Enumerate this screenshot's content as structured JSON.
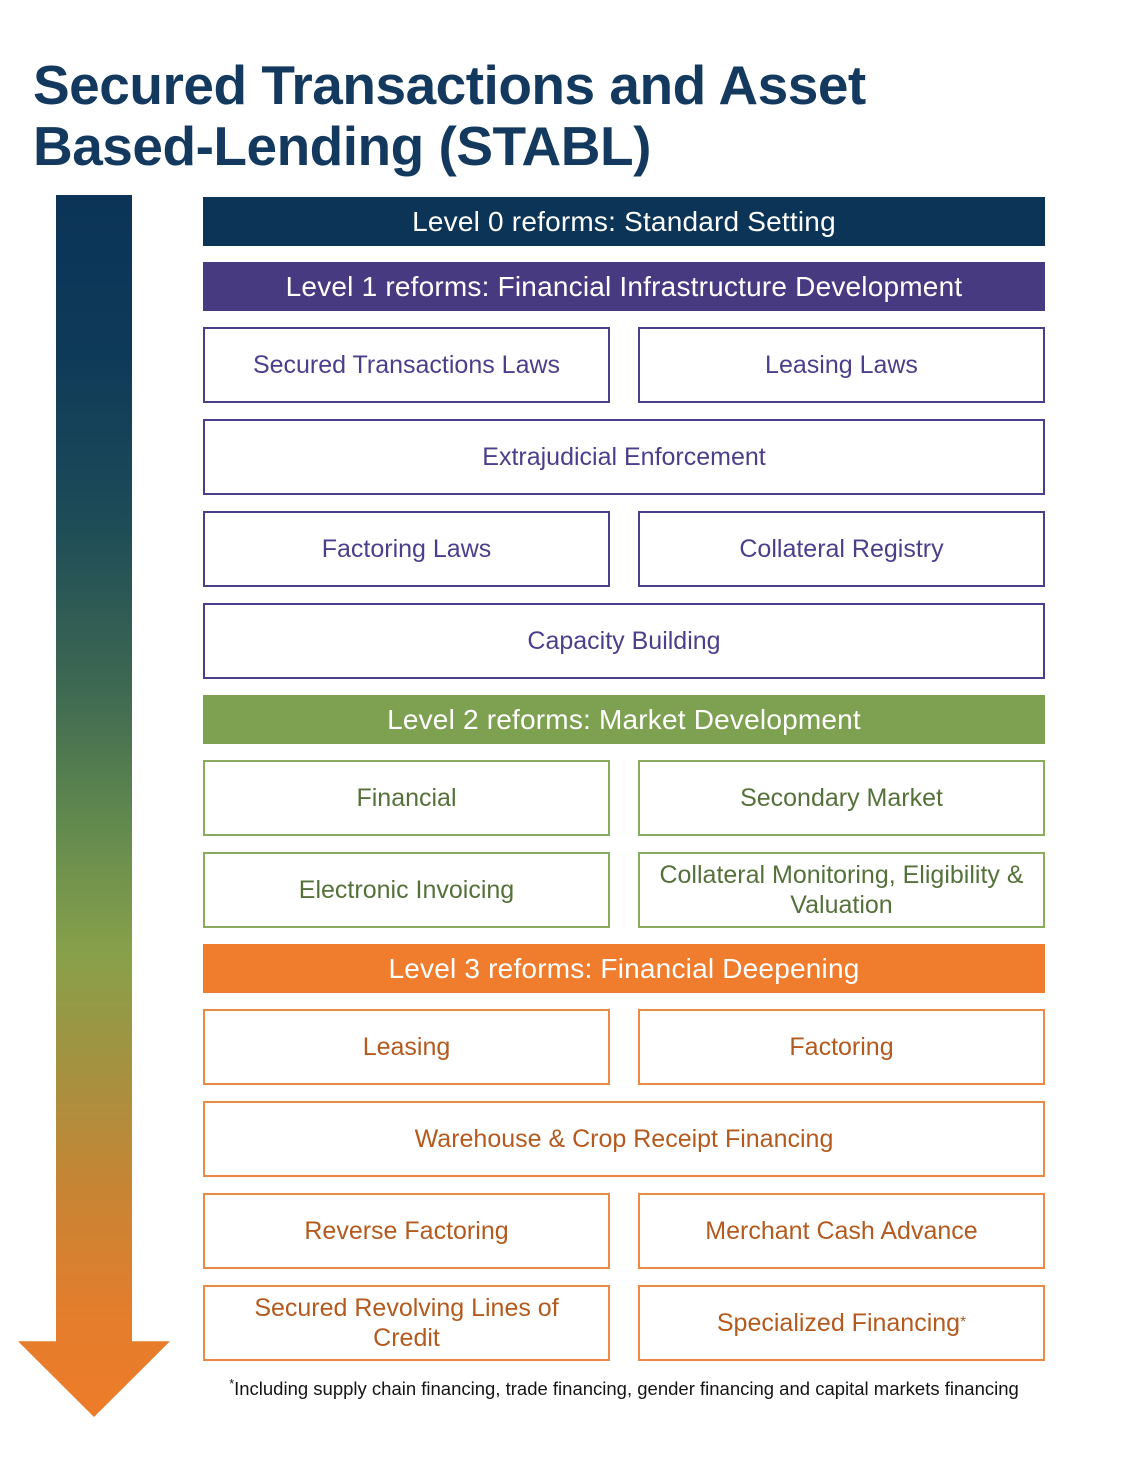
{
  "title": "Secured Transactions and Asset\nBased-Lending (STABL)",
  "asterisk": "*",
  "footnote": "Including supply chain financing, trade financing, gender financing and capital markets financing",
  "levels": [
    {
      "label": "Level 0 reforms: Standard Setting",
      "color": "#0b3456",
      "boxes": []
    },
    {
      "label": "Level 1 reforms: Financial Infrastructure Development",
      "color": "#473a80",
      "boxes": [
        "Secured Transactions Laws",
        "Leasing Laws",
        "Extrajudicial Enforcement",
        "Factoring Laws",
        "Collateral Registry",
        "Capacity Building"
      ]
    },
    {
      "label": "Level 2 reforms: Market Development",
      "color": "#7da150",
      "boxes": [
        "Financial",
        "Secondary Market",
        "Electronic Invoicing",
        "Collateral Monitoring, Eligibility & Valuation"
      ]
    },
    {
      "label": "Level 3 reforms: Financial Deepening",
      "color": "#f07c2e",
      "boxes": [
        "Leasing",
        "Factoring",
        "Warehouse & Crop Receipt Financing",
        "Reverse Factoring",
        "Merchant Cash Advance",
        "Secured Revolving Lines of Credit",
        "Specialized Financing"
      ]
    }
  ],
  "arrow_gradient": [
    "#0b3456",
    "#1e4c57",
    "#3d6852",
    "#7d9b4d",
    "#a69140",
    "#c98433",
    "#ed7c2a"
  ],
  "title_color": "#14395f"
}
